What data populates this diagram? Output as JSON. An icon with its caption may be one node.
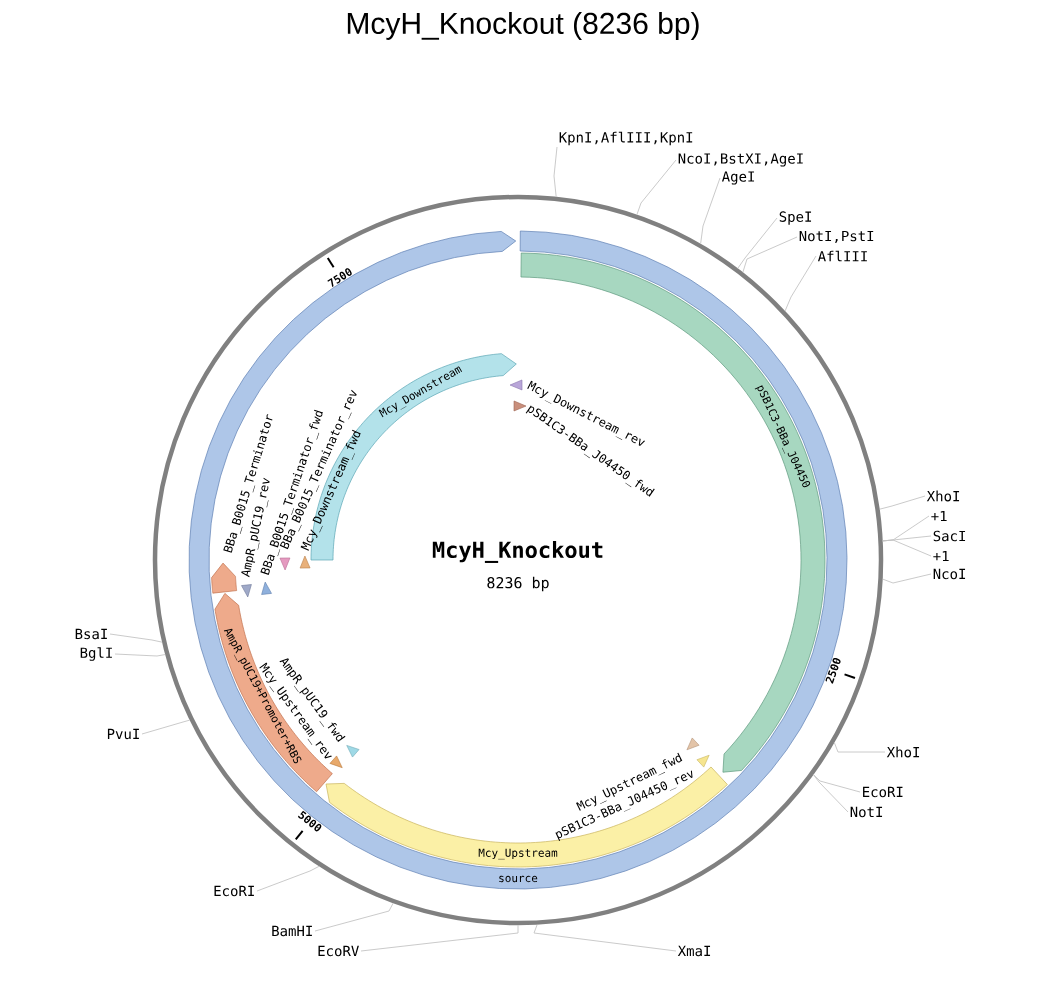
{
  "diagram": {
    "title": "McyH_Knockout (8236 bp)",
    "nodes": [
      {
        "text": [],
        "shape": "circle"
      },
      {
        "text": [
          "source"
        ],
        "in": 0
      },
      {
        "text": [
          "pSB1C3-BBa_J04450"
        ],
        "in": 0
      },
      {
        "text": [
          "Mcy_Upstream"
        ],
        "in": 0
      },
      {
        "text": [
          "AmpR_pUC19+Promoter+RBS"
        ],
        "in": 0
      },
      {
        "text": [
          "BBa_B0015_Terminator"
        ],
        "in": 0
      },
      {
        "text": [
          "Mcy_Downstream"
        ],
        "in": 0
      },
      {
        "text": [
          "Mcy_Downstream_rev"
        ],
        "in": 0
      },
      {
        "text": [
          "pSB1C3-BBa_J04450_fwd"
        ],
        "in": 0
      },
      {
        "text": [
          "Mcy_Downstream_fwd"
        ],
        "in": 0
      },
      {
        "text": [
          "BBa_B0015_Terminator_rev"
        ],
        "in": 0
      },
      {
        "text": [
          "BBa_B0015_Terminator_fwd"
        ],
        "in": 0
      },
      {
        "text": [
          "AmpR_pUC19_rev"
        ],
        "in": 0
      },
      {
        "text": [
          "AmpR_pUC19_fwd"
        ],
        "in": 0
      },
      {
        "text": [
          "Mcy_Upstream_rev"
        ],
        "in": 0
      },
      {
        "text": [
          "Mcy_Upstream_fwd"
        ],
        "in": 0
      },
      {
        "text": [
          "pSB1C3-BBa_J04450_rev"
        ],
        "in": 0
      },
      {
        "text": [
          "KpnI,AflIII,KpnI"
        ]
      },
      {
        "text": [
          "NcoI,BstXI,AgeI"
        ]
      },
      {
        "text": [
          "AgeI"
        ]
      },
      {
        "text": [
          "SpeI"
        ]
      },
      {
        "text": [
          "NotI,PstI"
        ]
      },
      {
        "text": [
          "AflIII"
        ]
      },
      {
        "text": [
          "XhoI"
        ]
      },
      {
        "text": [
          "+1"
        ]
      },
      {
        "text": [
          "SacI"
        ]
      },
      {
        "text": [
          "+1"
        ]
      },
      {
        "text": [
          "NcoI"
        ]
      },
      {
        "text": [
          "XhoI"
        ]
      },
      {
        "text": [
          "EcoRI"
        ]
      },
      {
        "text": [
          "NotI"
        ]
      },
      {
        "text": [
          "XmaI"
        ]
      },
      {
        "text": [
          "EcoRV"
        ]
      },
      {
        "text": [
          "BamHI"
        ]
      },
      {
        "text": [
          "EcoRI"
        ]
      },
      {
        "text": [
          "PvuI"
        ]
      },
      {
        "text": [
          "BglI"
        ]
      },
      {
        "text": [
          "BsaI"
        ]
      }
    ],
    "edges": [
      {
        "from": 17,
        "to": 0,
        "arrow": "none"
      },
      {
        "from": 18,
        "to": 0,
        "arrow": "none"
      },
      {
        "from": 19,
        "to": 0,
        "arrow": "none"
      },
      {
        "from": 20,
        "to": 0,
        "arrow": "none"
      },
      {
        "from": 21,
        "to": 0,
        "arrow": "none"
      },
      {
        "from": 22,
        "to": 0,
        "arrow": "none"
      },
      {
        "from": 23,
        "to": 0,
        "arrow": "none"
      },
      {
        "from": 24,
        "to": 0,
        "arrow": "none"
      },
      {
        "from": 25,
        "to": 0,
        "arrow": "none"
      },
      {
        "from": 26,
        "to": 0,
        "arrow": "none"
      },
      {
        "from": 27,
        "to": 0,
        "arrow": "none"
      },
      {
        "from": 28,
        "to": 0,
        "arrow": "none"
      },
      {
        "from": 29,
        "to": 0,
        "arrow": "none"
      },
      {
        "from": 30,
        "to": 0,
        "arrow": "none"
      },
      {
        "from": 31,
        "to": 0,
        "arrow": "none"
      },
      {
        "from": 32,
        "to": 0,
        "arrow": "none"
      },
      {
        "from": 33,
        "to": 0,
        "arrow": "none"
      },
      {
        "from": 34,
        "to": 0,
        "arrow": "none"
      },
      {
        "from": 35,
        "to": 0,
        "arrow": "none"
      },
      {
        "from": 36,
        "to": 0,
        "arrow": "none"
      },
      {
        "from": 37,
        "to": 0,
        "arrow": "none"
      }
    ],
    "labels": [
      "7500",
      "McyH_Knockout",
      "8236 bp",
      "2500",
      "5000"
    ]
  }
}
